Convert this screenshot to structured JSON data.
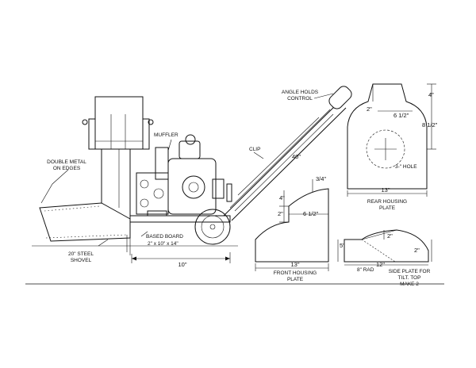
{
  "labels": {
    "angle_control": [
      "ANGLE HOLDS",
      "CONTROL"
    ],
    "muffler": "MUFFLER",
    "clip": "CLIP",
    "double_metal": [
      "DOUBLE METAL",
      "ON EDGES"
    ],
    "shovel": [
      "20\" STEEL",
      "SHOVEL"
    ],
    "based_board": "BASED BOARD",
    "board_size": "2\" x 10\" x 14\"",
    "front_housing": [
      "FRONT HOUSING",
      "PLATE"
    ],
    "rear_housing": [
      "REAR HOUSING",
      "PLATE"
    ],
    "side_plate": [
      "SIDE PLATE FOR",
      "TILT. TOP",
      "MAKE 2"
    ],
    "hole": "3-\" HOLE",
    "rad": "8\" RAD"
  },
  "dimensions": {
    "handle": "40\"",
    "base": "10\"",
    "front_top": "3/4\"",
    "front_four": "4\"",
    "front_two": "2\"",
    "front_six_half": "6 1/2\"",
    "front_width": "13\"",
    "rear_four": "4\"",
    "rear_two": "2\"",
    "rear_six_half": "6 1/2\"",
    "rear_eight_half": "8 1/2\"",
    "rear_width": "13\"",
    "side_five": "5\"",
    "side_two_top": "2\"",
    "side_two_right": "2\"",
    "side_twelve": "12\""
  }
}
